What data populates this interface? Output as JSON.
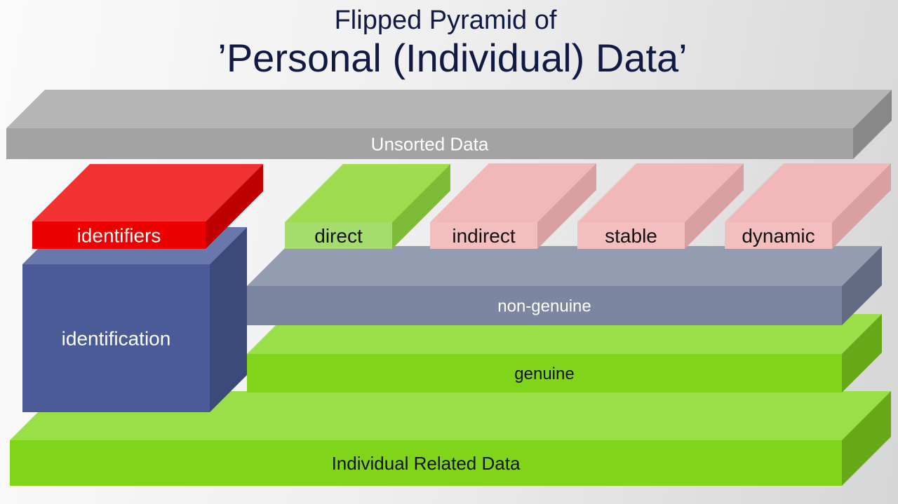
{
  "title": {
    "line1": "Flipped Pyramid of",
    "line2": "’Personal (Individual) Data’"
  },
  "boxes": {
    "individual": {
      "label": "Individual Related Data",
      "text_color": "#111111",
      "top": "#98df48",
      "front": "#80d41a",
      "side": "#66a818"
    },
    "genuine": {
      "label": "genuine",
      "text_color": "#111111",
      "top": "#98df48",
      "front": "#80d41a",
      "side": "#66a818"
    },
    "non_genuine": {
      "label": "non-genuine",
      "text_color": "#ffffff",
      "top": "#939cb1",
      "front": "#7c86a0",
      "side": "#626b82"
    },
    "identification": {
      "label": "identification",
      "text_color": "#ffffff",
      "top": "#6878ad",
      "front": "#4b5b98",
      "side": "#3b4a7a"
    },
    "identifiers": {
      "label": "identifiers",
      "text_color": "#ffffff",
      "top": "#f23232",
      "front": "#ee0000",
      "side": "#c00000"
    },
    "direct": {
      "label": "direct",
      "text_color": "#111111",
      "top": "#a0dc50",
      "front": "#a6dc6e",
      "side": "#80bb38"
    },
    "indirect": {
      "label": "indirect",
      "text_color": "#111111",
      "top": "#f0b8b8",
      "front": "#f2bebe",
      "side": "#d8a0a0"
    },
    "stable": {
      "label": "stable",
      "text_color": "#111111",
      "top": "#f0b8b8",
      "front": "#f2bebe",
      "side": "#d8a0a0"
    },
    "dynamic": {
      "label": "dynamic",
      "text_color": "#111111",
      "top": "#f0b8b8",
      "front": "#f2bebe",
      "side": "#d8a0a0"
    },
    "unsorted": {
      "label": "Unsorted Data",
      "text_color": "#ffffff",
      "top": "#b5b5b5",
      "front": "#a3a3a3",
      "side": "#888888"
    }
  }
}
